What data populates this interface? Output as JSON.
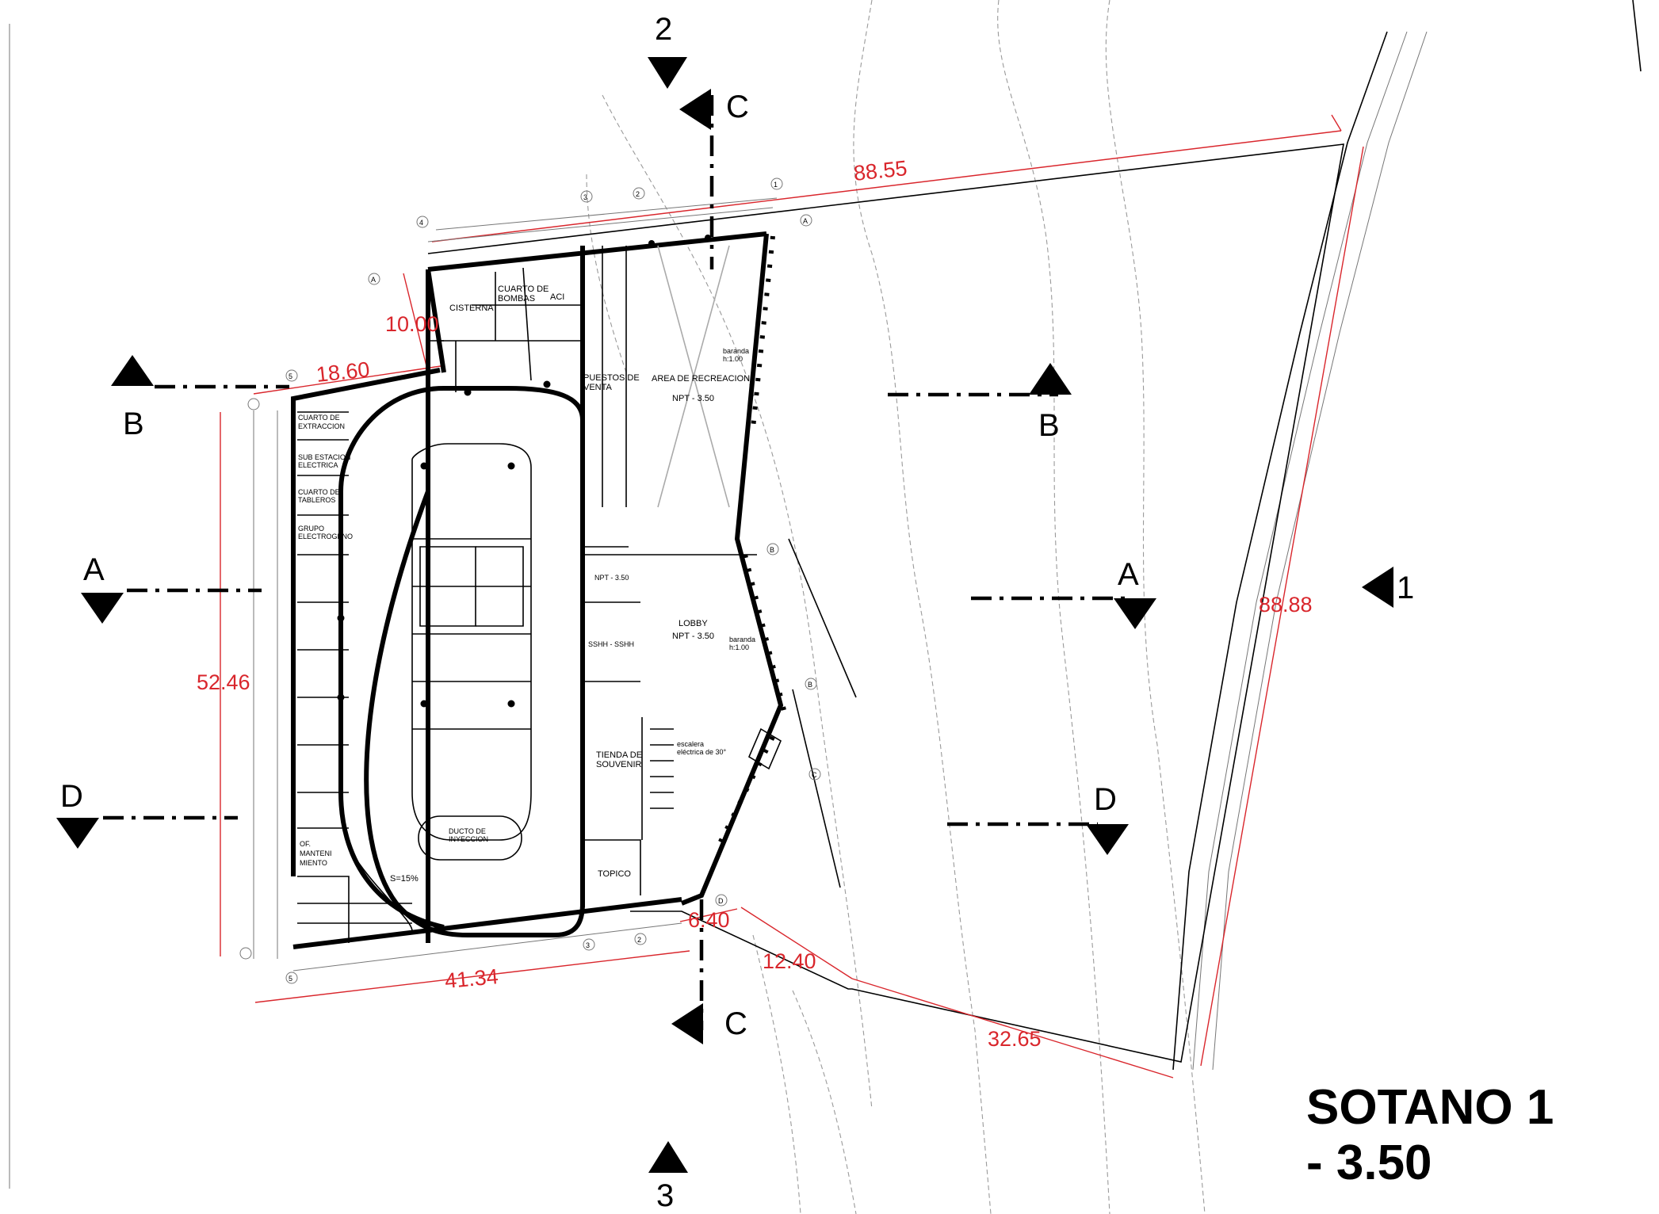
{
  "drawing": {
    "title_line1": "SOTANO 1",
    "title_line2": "- 3.50",
    "dimensions": {
      "top_edge": "88.55",
      "right_edge": "88.88",
      "left_edge": "52.46",
      "bottom_edge": "41.34",
      "top_left_wall": "10.00",
      "left_top": "18.60",
      "bottom_small": "6.40",
      "bottom_mid": "12.40",
      "bottom_right": "32.65"
    },
    "section_markers": {
      "sec2": "2",
      "sec3": "3",
      "sec1": "1",
      "c_top": "C",
      "c_bottom": "C",
      "b_left": "B",
      "b_right": "B",
      "a_left": "A",
      "a_right": "A",
      "d_left": "D",
      "d_right": "D"
    },
    "rooms": {
      "cisterna": "CISTERNA",
      "cuarto_bombas_1": "CUARTO DE",
      "cuarto_bombas_2": "BOMBAS",
      "aci": "ACI",
      "puestos_1": "PUESTOS DE",
      "puestos_2": "VENTA",
      "area_recreacion": "AREA DE RECREACION",
      "npt_recreacion": "NPT - 3.50",
      "baranda_1": "baranda",
      "baranda_2": "h:1.00",
      "cuarto_extraccion_1": "CUARTO DE",
      "cuarto_extraccion_2": "EXTRACCION",
      "sub_estacion_1": "SUB ESTACION",
      "sub_estacion_2": "ELECTRICA",
      "cuarto_tableros_1": "CUARTO DE",
      "cuarto_tableros_2": "TABLEROS",
      "grupo_1": "GRUPO",
      "grupo_2": "ELECTROGENO",
      "npt_corridor": "NPT - 3.50",
      "lobby": "LOBBY",
      "npt_lobby": "NPT - 3.50",
      "baranda_lobby_1": "baranda",
      "baranda_lobby_2": "h:1.00",
      "sshh": "SSHH - SSHH",
      "tienda_1": "TIENDA DE",
      "tienda_2": "SOUVENIR",
      "escalera_1": "escalera",
      "escalera_2": "eléctrica de 30°",
      "ducto_1": "DUCTO DE",
      "ducto_2": "INYECCION",
      "of_1": "OF.",
      "of_2": "MANTENI",
      "of_3": "MIENTO",
      "slope": "S=15%",
      "topico": "TOPICO"
    },
    "grid": {
      "g1": "1",
      "g2": "2",
      "g3": "3",
      "g4": "4",
      "g5": "5",
      "ga": "A",
      "gb": "B",
      "gc": "C",
      "gd": "D"
    }
  }
}
